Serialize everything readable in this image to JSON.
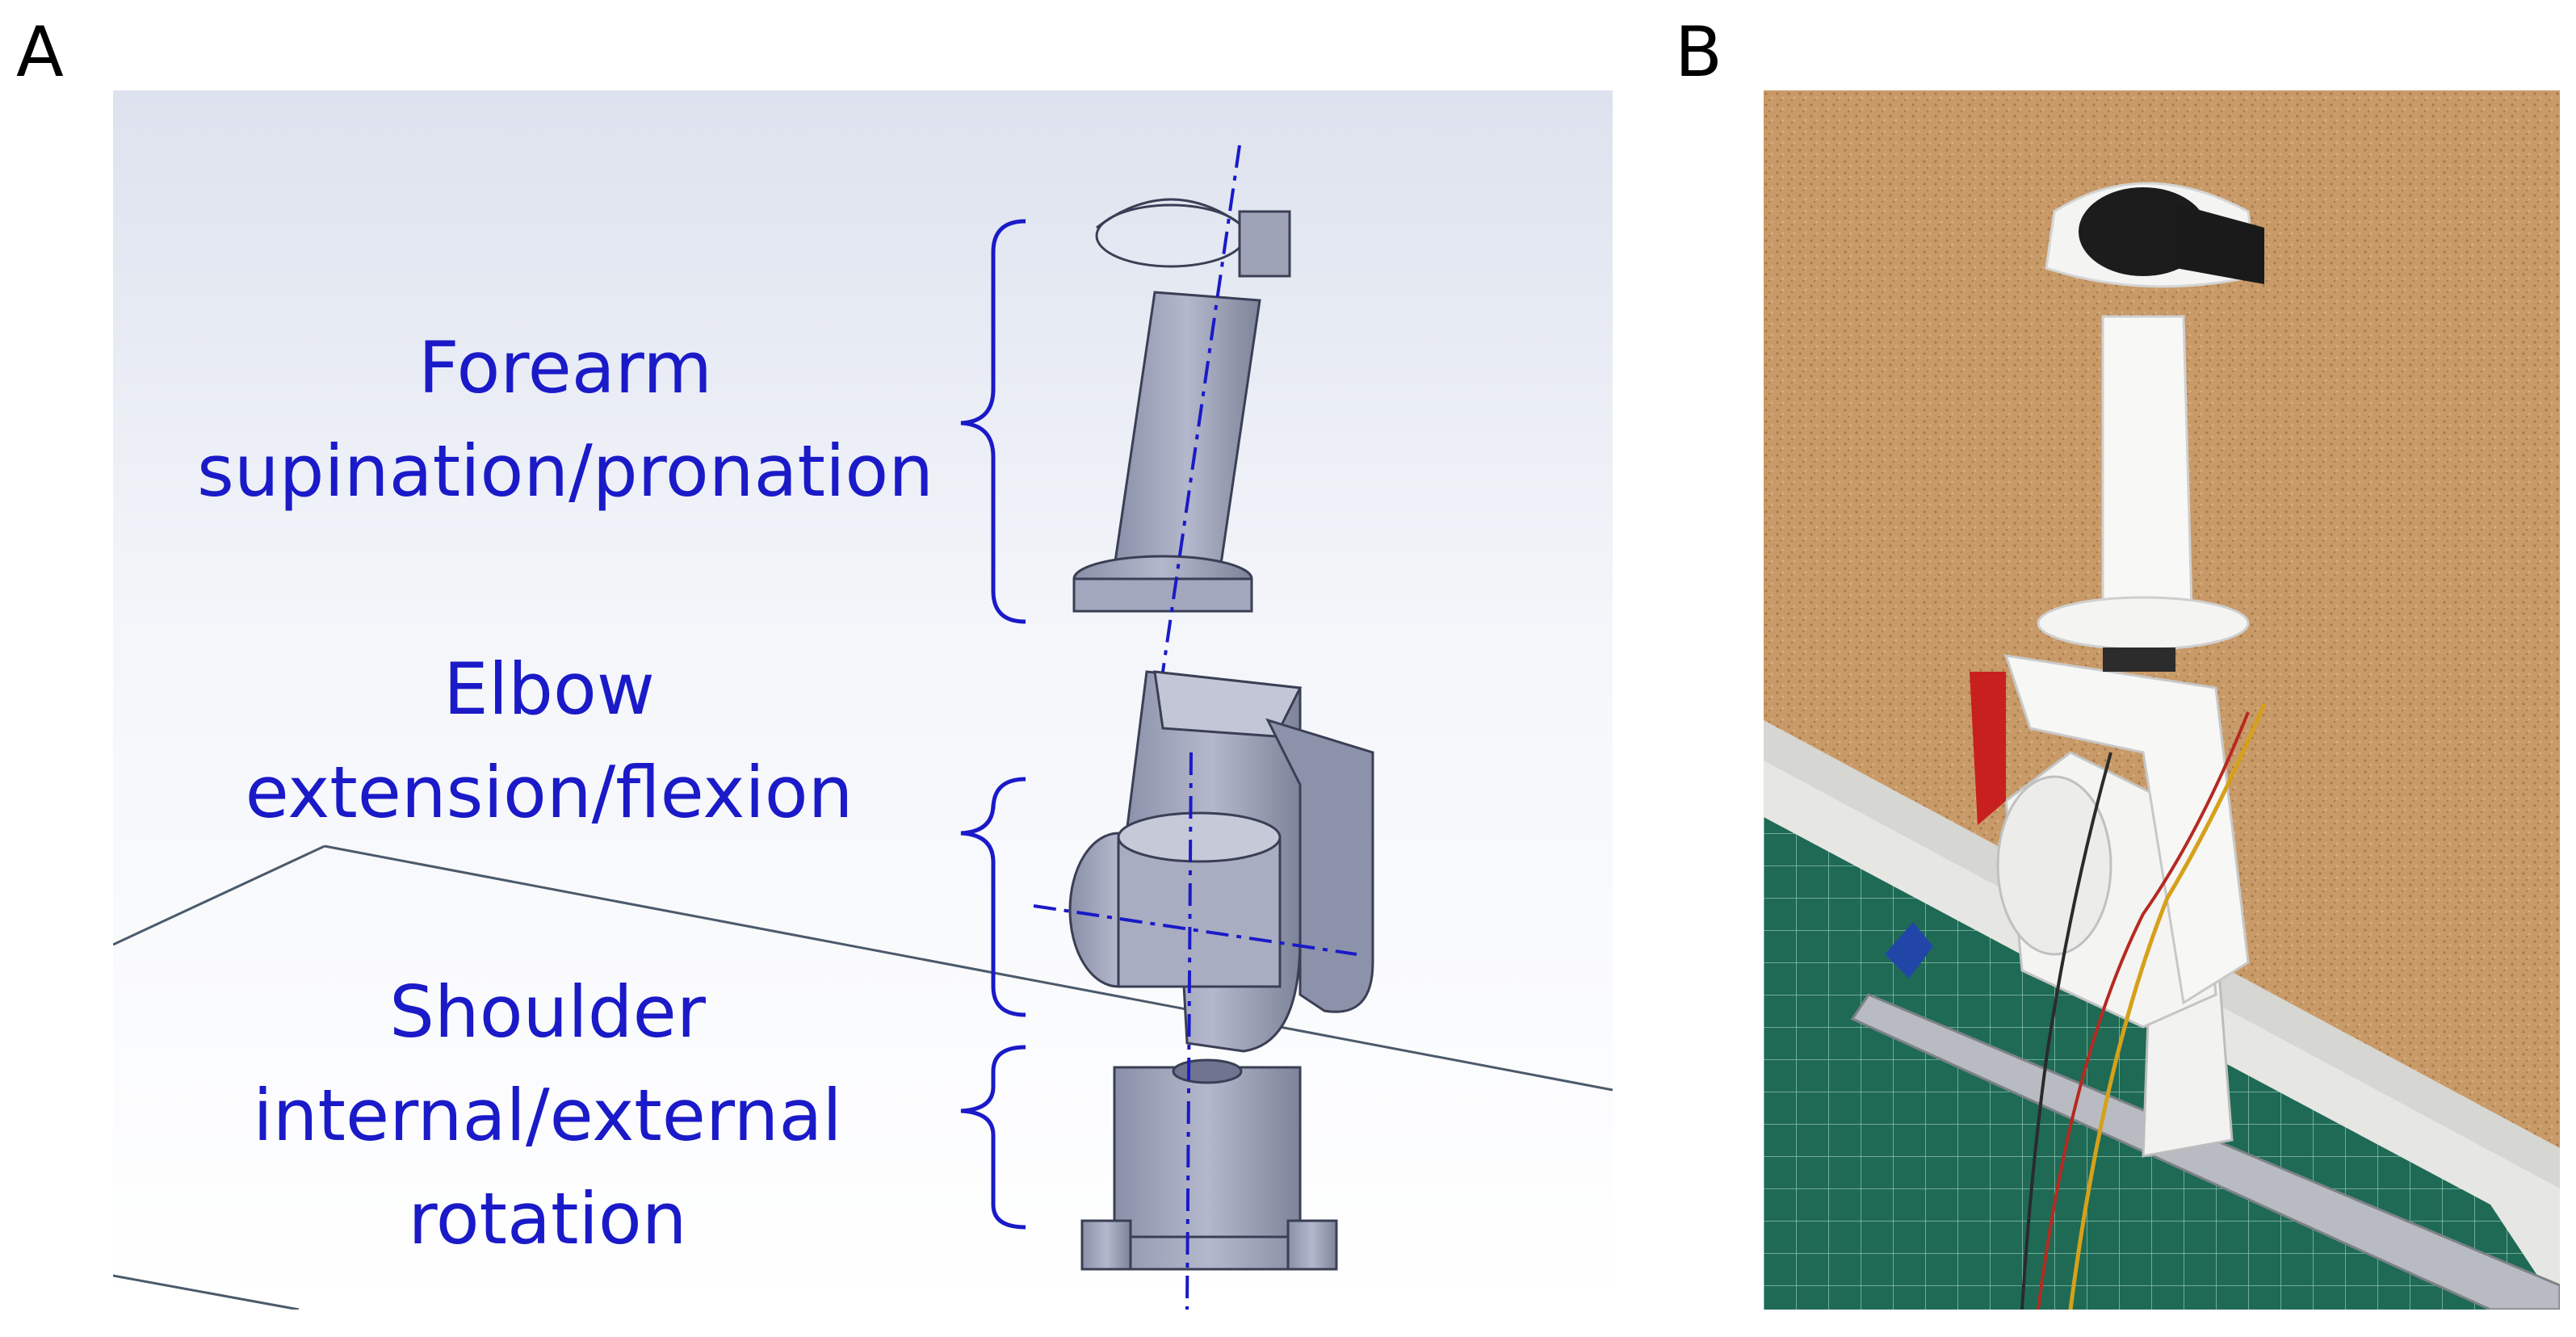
{
  "panels": {
    "a": {
      "letter": "A"
    },
    "b": {
      "letter": "B"
    }
  },
  "labels": {
    "forearm": {
      "line1": "Forearm",
      "line2": "supination/pronation"
    },
    "elbow": {
      "line1": "Elbow",
      "line2": "extension/flexion"
    },
    "shoulder": {
      "line1": "Shoulder",
      "line2": "internal/external",
      "line3": "rotation"
    }
  },
  "colors": {
    "label_text": "#1a1ac8",
    "bracket": "#1a1ac8",
    "cad_part": "#9aa0b8",
    "cork": "#c89a68",
    "cutting_mat": "#1e6a55"
  }
}
